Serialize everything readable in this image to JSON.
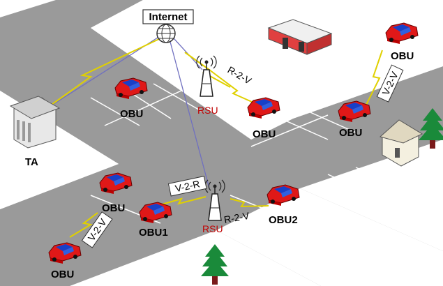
{
  "labels": {
    "internet": "Internet",
    "ta": "TA",
    "rsu_top": "RSU",
    "rsu_bottom": "RSU",
    "r2v_top": "R-2-V",
    "r2v_bottom": "R-2-V",
    "v2r": "V-2-R",
    "v2v_right": "V-2-V",
    "v2v_left": "V-2-V",
    "obu_top_left": "OBU",
    "obu_center": "OBU",
    "obu_far_right": "OBU",
    "obu_right_mid": "OBU",
    "obu_left_mid": "OBU",
    "obu_bottom_left": "OBU",
    "obu1": "OBU1",
    "obu2": "OBU2"
  },
  "colors": {
    "road": "#9a9a9a",
    "car_body": "#e01818",
    "car_window": "#1840c8",
    "wireless_link": "#f0f000",
    "wired_link": "#7070c0",
    "tree": "#1a8a3a"
  }
}
